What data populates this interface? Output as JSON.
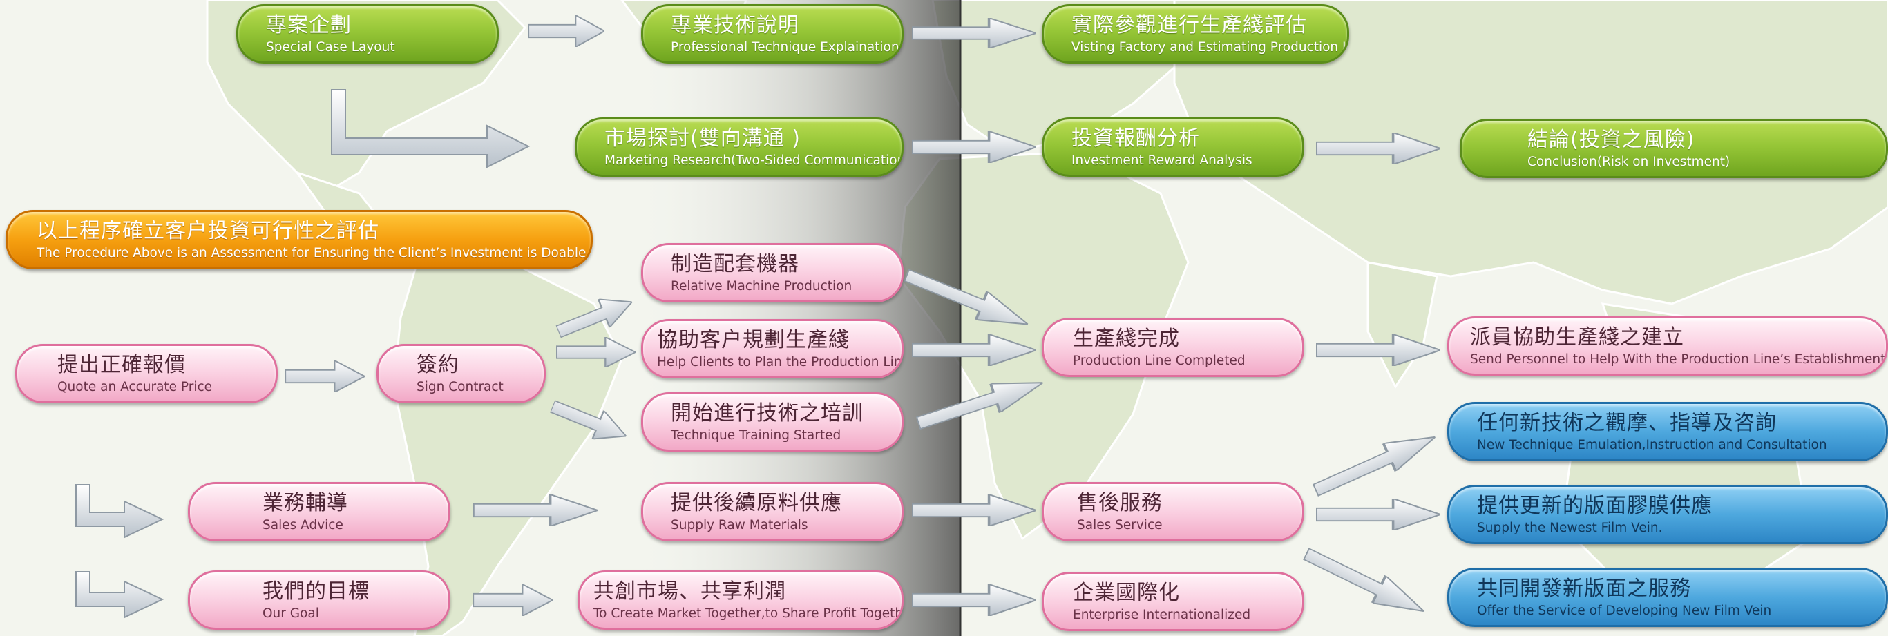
{
  "colors": {
    "green": "#96c637",
    "orange": "#f6a010",
    "pink": "#fbd4e4",
    "blue": "#4ea8de",
    "arrow": "#d9dee3"
  },
  "nodes": {
    "special_case_layout": {
      "zh": "專案企劃",
      "en": "Special Case Layout"
    },
    "professional_technique": {
      "zh": "專業技術說明",
      "en": "Professional Technique Explaination"
    },
    "visiting_factory": {
      "zh": "實際參觀進行生產綫評估",
      "en": "Visting Factory and Estimating Production Line"
    },
    "marketing_research": {
      "zh": "市場探討(雙向溝通 )",
      "en": "Marketing Research(Two-Sided Communication)"
    },
    "investment_reward": {
      "zh": "投資報酬分析",
      "en": "Investment Reward Analysis"
    },
    "conclusion": {
      "zh": "結論(投資之風險)",
      "en": "Conclusion(Risk on Investment)"
    },
    "assessment": {
      "zh": "以上程序確立客户投資可行性之評估",
      "en": "The Procedure Above is an Assessment for Ensuring the Client’s Investment is Doable."
    },
    "machine_production": {
      "zh": "制造配套機器",
      "en": "Relative Machine Production"
    },
    "quote_price": {
      "zh": "提出正確報價",
      "en": "Quote an Accurate Price"
    },
    "sign_contract": {
      "zh": "簽約",
      "en": "Sign Contract"
    },
    "plan_production": {
      "zh": "協助客户規劃生產綫",
      "en": "Help Clients to Plan the Production Line"
    },
    "line_completed": {
      "zh": "生產綫完成",
      "en": "Production Line Completed"
    },
    "send_personnel": {
      "zh": "派員協助生產綫之建立",
      "en": "Send Personnel to Help With the Production Line’s Establishment"
    },
    "technique_training": {
      "zh": "開始進行技術之培訓",
      "en": "Technique Training Started"
    },
    "new_technique": {
      "zh": "任何新技術之觀摩、指導及咨詢",
      "en": "New Technique Emulation,Instruction and Consultation"
    },
    "sales_advice": {
      "zh": "業務輔導",
      "en": "Sales Advice"
    },
    "raw_materials": {
      "zh": "提供後續原料供應",
      "en": "Supply Raw Materials"
    },
    "sales_service": {
      "zh": "售後服務",
      "en": "Sales Service"
    },
    "film_vein": {
      "zh": "提供更新的版面膠膜供應",
      "en": "Supply the Newest Film Vein."
    },
    "our_goal": {
      "zh": "我們的目標",
      "en": "Our Goal"
    },
    "create_market": {
      "zh": "共創市場、共享利潤",
      "en": "To Create Market Together,to Share Profit Together"
    },
    "internationalized": {
      "zh": "企業國際化",
      "en": "Enterprise Internationalized"
    },
    "develop_film_vein": {
      "zh": "共同開發新版面之服務",
      "en": "Offer the Service of Developing New Film Vein"
    }
  }
}
